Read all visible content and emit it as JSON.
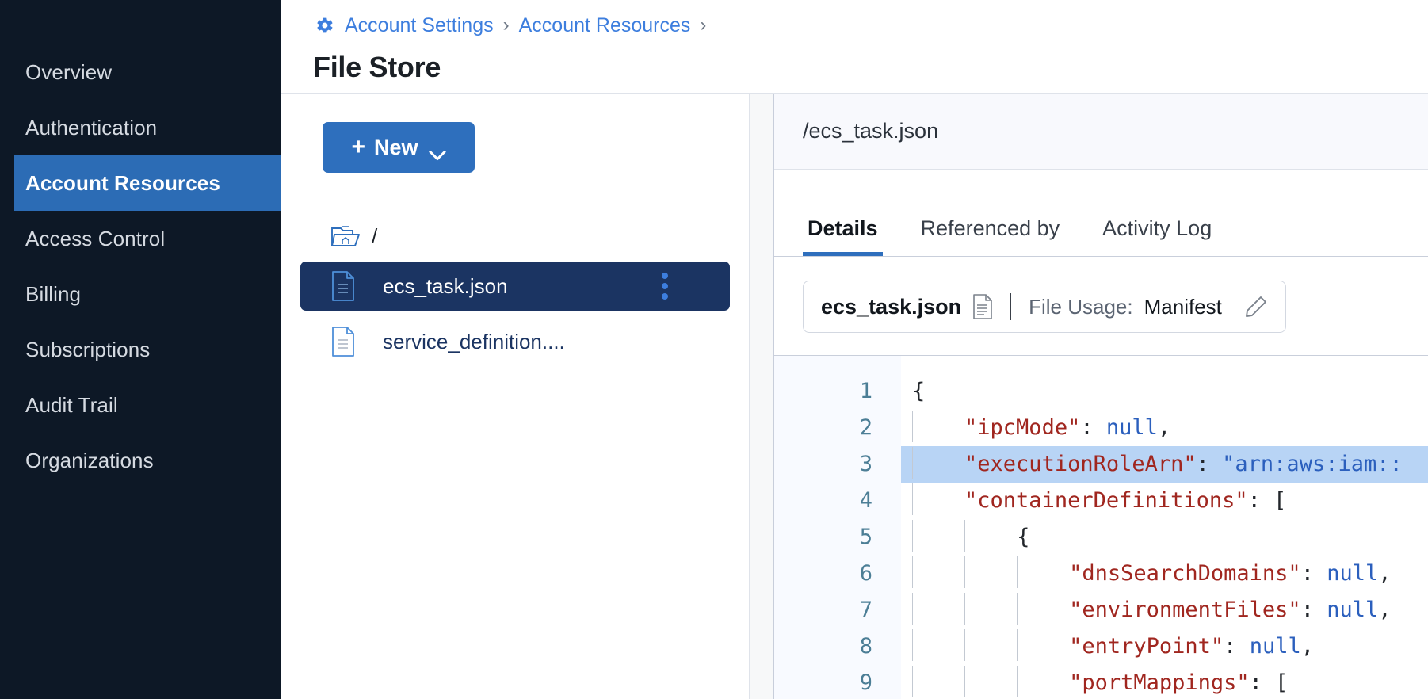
{
  "sidebar": {
    "items": [
      {
        "label": "Overview",
        "active": false
      },
      {
        "label": "Authentication",
        "active": false
      },
      {
        "label": "Account Resources",
        "active": true
      },
      {
        "label": "Access Control",
        "active": false
      },
      {
        "label": "Billing",
        "active": false
      },
      {
        "label": "Subscriptions",
        "active": false
      },
      {
        "label": "Audit Trail",
        "active": false
      },
      {
        "label": "Organizations",
        "active": false
      }
    ]
  },
  "header": {
    "breadcrumb": {
      "gear_icon": "gear-icon",
      "items": [
        "Account Settings",
        "Account Resources"
      ],
      "separator": "›",
      "trailing_separator": "›"
    },
    "title": "File Store"
  },
  "file_panel": {
    "new_button": {
      "label": "New",
      "plus": "+",
      "chevron": "chevron-down-icon"
    },
    "root": {
      "icon": "folder-open-icon",
      "label": "/"
    },
    "files": [
      {
        "name": "ecs_task.json",
        "icon": "file-json-icon",
        "selected": true,
        "kebab": "kebab-menu-icon"
      },
      {
        "name": "service_definition....",
        "icon": "file-json-icon",
        "selected": false
      }
    ]
  },
  "detail_panel": {
    "path": "/ecs_task.json",
    "tabs": [
      {
        "label": "Details",
        "active": true
      },
      {
        "label": "Referenced by",
        "active": false
      },
      {
        "label": "Activity Log",
        "active": false
      }
    ],
    "usage_card": {
      "filename": "ecs_task.json",
      "doc_icon": "document-icon",
      "usage_label": "File Usage:",
      "usage_value": "Manifest",
      "edit_icon": "pencil-icon"
    }
  },
  "code": {
    "lines": [
      {
        "n": "1",
        "indent": 0,
        "guides": 0,
        "highlight": false,
        "parts": [
          {
            "t": "punct",
            "v": "{"
          }
        ]
      },
      {
        "n": "2",
        "indent": 1,
        "guides": 1,
        "highlight": false,
        "parts": [
          {
            "t": "key",
            "v": "\"ipcMode\""
          },
          {
            "t": "punct",
            "v": ": "
          },
          {
            "t": "null",
            "v": "null"
          },
          {
            "t": "punct",
            "v": ","
          }
        ]
      },
      {
        "n": "3",
        "indent": 1,
        "guides": 1,
        "highlight": true,
        "parts": [
          {
            "t": "key",
            "v": "\"executionRoleArn\""
          },
          {
            "t": "punct",
            "v": ": "
          },
          {
            "t": "str",
            "v": "\"arn:aws:iam::"
          }
        ]
      },
      {
        "n": "4",
        "indent": 1,
        "guides": 1,
        "highlight": false,
        "parts": [
          {
            "t": "key",
            "v": "\"containerDefinitions\""
          },
          {
            "t": "punct",
            "v": ": ["
          }
        ]
      },
      {
        "n": "5",
        "indent": 2,
        "guides": 2,
        "highlight": false,
        "parts": [
          {
            "t": "punct",
            "v": "{"
          }
        ]
      },
      {
        "n": "6",
        "indent": 3,
        "guides": 3,
        "highlight": false,
        "parts": [
          {
            "t": "key",
            "v": "\"dnsSearchDomains\""
          },
          {
            "t": "punct",
            "v": ": "
          },
          {
            "t": "null",
            "v": "null"
          },
          {
            "t": "punct",
            "v": ","
          }
        ]
      },
      {
        "n": "7",
        "indent": 3,
        "guides": 3,
        "highlight": false,
        "parts": [
          {
            "t": "key",
            "v": "\"environmentFiles\""
          },
          {
            "t": "punct",
            "v": ": "
          },
          {
            "t": "null",
            "v": "null"
          },
          {
            "t": "punct",
            "v": ","
          }
        ]
      },
      {
        "n": "8",
        "indent": 3,
        "guides": 3,
        "highlight": false,
        "parts": [
          {
            "t": "key",
            "v": "\"entryPoint\""
          },
          {
            "t": "punct",
            "v": ": "
          },
          {
            "t": "null",
            "v": "null"
          },
          {
            "t": "punct",
            "v": ","
          }
        ]
      },
      {
        "n": "9",
        "indent": 3,
        "guides": 3,
        "highlight": false,
        "parts": [
          {
            "t": "key",
            "v": "\"portMappings\""
          },
          {
            "t": "punct",
            "v": ": ["
          }
        ]
      }
    ]
  },
  "colors": {
    "sidebar_bg": "#0d1826",
    "sidebar_active": "#2c6cb5",
    "accent": "#2e6fbd",
    "link": "#3d7ede",
    "selected_row": "#1b3462",
    "code_key": "#a0261f",
    "code_value": "#2b5fbd",
    "code_highlight": "#b8d4f5"
  }
}
